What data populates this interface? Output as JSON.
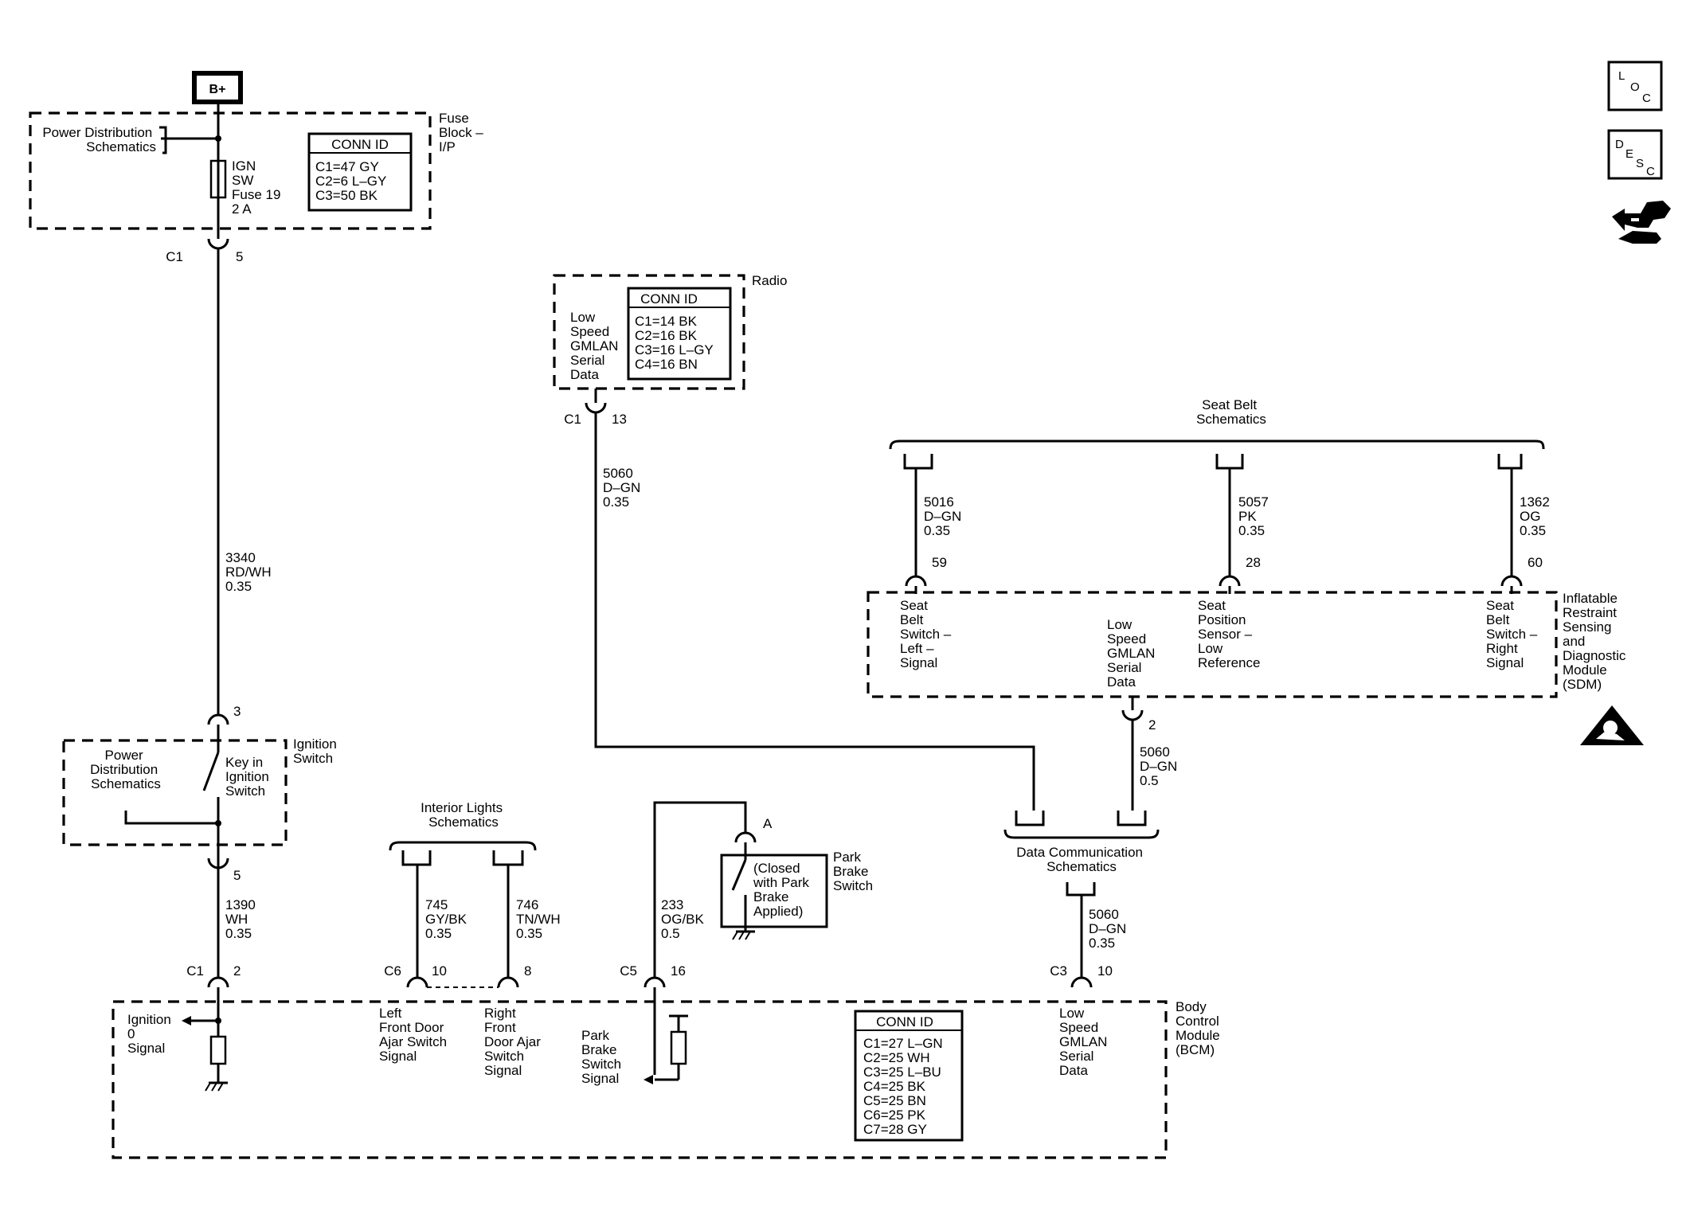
{
  "battery": "B+",
  "fuse_block": {
    "name": [
      "Fuse",
      "Block –",
      "I/P"
    ],
    "ref": [
      "Power Distribution",
      "Schematics"
    ],
    "fuse": [
      "IGN",
      "SW",
      "Fuse 19",
      "2 A"
    ],
    "conn": {
      "title": "CONN ID",
      "rows": [
        "C1=47 GY",
        "C2=6 L–GY",
        "C3=50 BK"
      ]
    },
    "out_conn": "C1",
    "out_pin": "5"
  },
  "wire_3340": [
    "3340",
    "RD/WH",
    "0.35"
  ],
  "ignition_switch": {
    "pin_in": "3",
    "pin_out": "5",
    "name": [
      "Ignition",
      "Switch"
    ],
    "ref": [
      "Power",
      "Distribution",
      "Schematics"
    ],
    "contact": [
      "Key in",
      "Ignition",
      "Switch"
    ]
  },
  "wire_1390": [
    "1390",
    "WH",
    "0.35"
  ],
  "radio": {
    "name": "Radio",
    "signal": [
      "Low",
      "Speed",
      "GMLAN",
      "Serial",
      "Data"
    ],
    "conn": {
      "title": "CONN ID",
      "rows": [
        "C1=14 BK",
        "C2=16 BK",
        "C3=16 L–GY",
        "C4=16 BN"
      ]
    },
    "out_conn": "C1",
    "out_pin": "13"
  },
  "wire_5060_radio": [
    "5060",
    "D–GN",
    "0.35"
  ],
  "seat_belt_ref": [
    "Seat Belt",
    "Schematics"
  ],
  "wire_5016": [
    "5016",
    "D–GN",
    "0.35"
  ],
  "wire_5057": [
    "5057",
    "PK",
    "0.35"
  ],
  "wire_1362": [
    "1362",
    "OG",
    "0.35"
  ],
  "sdm": {
    "name": [
      "Inflatable",
      "Restraint",
      "Sensing",
      "and",
      "Diagnostic",
      "Module",
      "(SDM)"
    ],
    "pins": [
      "59",
      "28",
      "60",
      "2"
    ],
    "left_signal": [
      "Seat",
      "Belt",
      "Switch –",
      "Left –",
      "Signal"
    ],
    "gmlan": [
      "Low",
      "Speed",
      "GMLAN",
      "Serial",
      "Data"
    ],
    "position": [
      "Seat",
      "Position",
      "Sensor –",
      "Low",
      "Reference"
    ],
    "right_signal": [
      "Seat",
      "Belt",
      "Switch –",
      "Right",
      "Signal"
    ]
  },
  "wire_5060_sdm": [
    "5060",
    "D–GN",
    "0.5"
  ],
  "data_comm_ref": [
    "Data Communication",
    "Schematics"
  ],
  "wire_5060_bcm": [
    "5060",
    "D–GN",
    "0.35"
  ],
  "interior_lights_ref": [
    "Interior Lights",
    "Schematics"
  ],
  "wire_745": [
    "745",
    "GY/BK",
    "0.35"
  ],
  "wire_746": [
    "746",
    "TN/WH",
    "0.35"
  ],
  "wire_233": [
    "233",
    "OG/BK",
    "0.5"
  ],
  "park_brake": {
    "pin": "A",
    "name": [
      "Park",
      "Brake",
      "Switch"
    ],
    "note": [
      "(Closed",
      "with Park",
      "Brake",
      "Applied)"
    ]
  },
  "bcm": {
    "name": [
      "Body",
      "Control",
      "Module",
      "(BCM)"
    ],
    "conns": {
      "c1": "C1",
      "c1_pin": "2",
      "c6": "C6",
      "c6_pin": "10",
      "c6_pin2": "8",
      "c5": "C5",
      "c5_pin": "16",
      "c3": "C3",
      "c3_pin": "10"
    },
    "ignition": [
      "Ignition",
      "0",
      "Signal"
    ],
    "left_door": [
      "Left",
      "Front Door",
      "Ajar Switch",
      "Signal"
    ],
    "right_door": [
      "Right",
      "Front",
      "Door Ajar",
      "Switch",
      "Signal"
    ],
    "park_brake": [
      "Park",
      "Brake",
      "Switch",
      "Signal"
    ],
    "gmlan": [
      "Low",
      "Speed",
      "GMLAN",
      "Serial",
      "Data"
    ],
    "conn": {
      "title": "CONN ID",
      "rows": [
        "C1=27 L–GN",
        "C2=25 WH",
        "C3=25 L–BU",
        "C4=25 BK",
        "C5=25 BN",
        "C6=25 PK",
        "C7=28 GY"
      ]
    }
  },
  "nav_icons": [
    "loc-icon",
    "desc-icon",
    "connector-view-icon",
    "sdm-warning-icon"
  ]
}
